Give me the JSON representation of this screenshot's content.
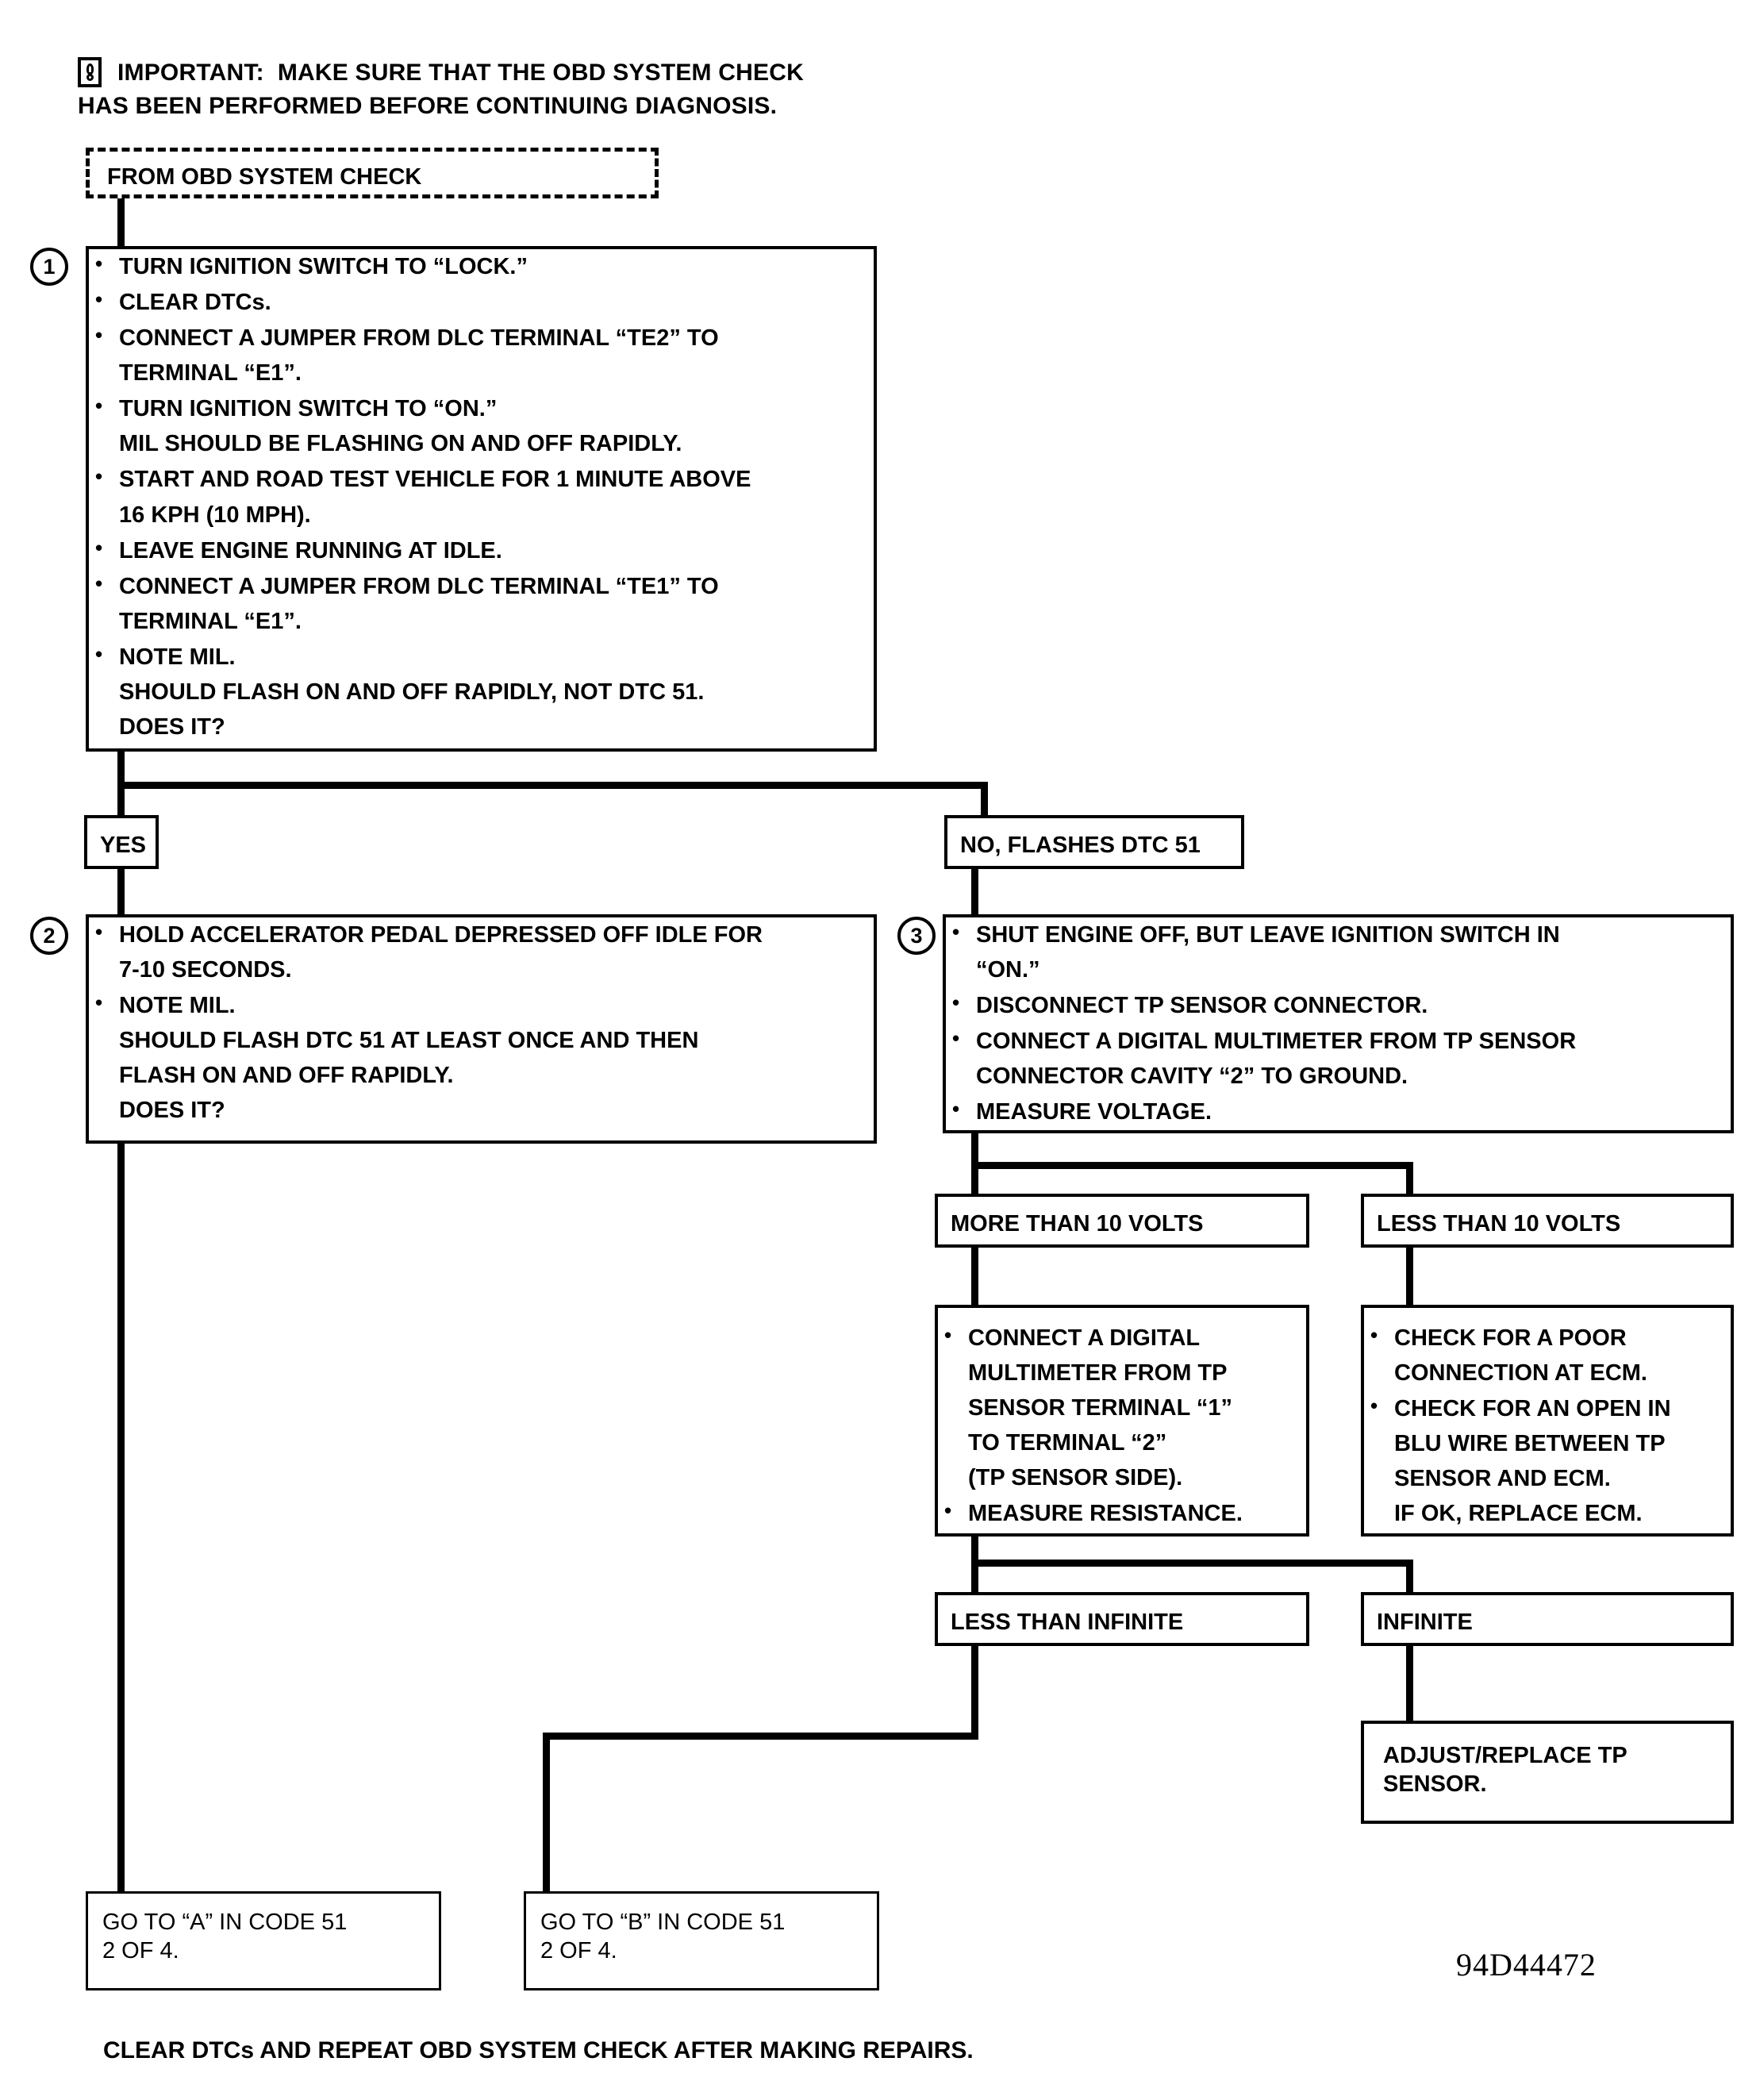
{
  "header": {
    "icon": "important-exclamation-icon",
    "line1": "IMPORTANT:  MAKE SURE THAT THE OBD SYSTEM CHECK",
    "line2": "HAS BEEN PERFORMED BEFORE CONTINUING DIAGNOSIS."
  },
  "entry": {
    "label": "FROM OBD SYSTEM CHECK"
  },
  "steps": {
    "one": {
      "number": "1",
      "items": [
        "TURN IGNITION SWITCH TO “LOCK.”",
        "CLEAR DTCs.",
        "CONNECT A JUMPER FROM DLC TERMINAL “TE2” TO\nTERMINAL “E1”.",
        "TURN IGNITION SWITCH TO “ON.”\nMIL SHOULD BE FLASHING ON AND OFF RAPIDLY.",
        "START AND ROAD TEST VEHICLE FOR 1 MINUTE ABOVE\n16 KPH (10 MPH).",
        "LEAVE ENGINE RUNNING AT IDLE.",
        "CONNECT A JUMPER FROM DLC TERMINAL “TE1” TO\nTERMINAL “E1”.",
        "NOTE MIL.\nSHOULD FLASH ON AND OFF RAPIDLY, NOT DTC 51.\nDOES IT?"
      ]
    },
    "two": {
      "number": "2",
      "items": [
        "HOLD ACCELERATOR PEDAL DEPRESSED OFF IDLE FOR\n7-10 SECONDS.",
        "NOTE MIL.\nSHOULD FLASH DTC 51 AT LEAST ONCE AND THEN\nFLASH ON AND OFF RAPIDLY.\nDOES IT?"
      ]
    },
    "three": {
      "number": "3",
      "items": [
        "SHUT ENGINE OFF, BUT LEAVE IGNITION SWITCH IN\n“ON.”",
        "DISCONNECT TP SENSOR CONNECTOR.",
        "CONNECT A DIGITAL MULTIMETER FROM TP SENSOR\nCONNECTOR CAVITY “2” TO GROUND.",
        "MEASURE VOLTAGE."
      ]
    }
  },
  "branches": {
    "yes": "YES",
    "no": "NO, FLASHES DTC 51",
    "more_than_10_volts": "MORE THAN 10 VOLTS",
    "less_than_10_volts": "LESS THAN 10 VOLTS",
    "less_than_infinite": "LESS THAN INFINITE",
    "infinite": "INFINITE"
  },
  "actions": {
    "resistance_check": {
      "items": [
        "CONNECT A DIGITAL\nMULTIMETER FROM TP\nSENSOR TERMINAL “1”\nTO TERMINAL “2”\n(TP SENSOR SIDE).",
        "MEASURE RESISTANCE."
      ]
    },
    "ecm_check": {
      "items": [
        "CHECK FOR A POOR\nCONNECTION AT ECM.",
        "CHECK FOR AN OPEN IN\nBLU WIRE BETWEEN TP\nSENSOR AND ECM.\nIF OK, REPLACE ECM."
      ]
    },
    "adjust_replace": "ADJUST/REPLACE TP\nSENSOR."
  },
  "exits": {
    "go_to_a": "GO TO “A” IN CODE 51\n2 OF 4.",
    "go_to_b": "GO TO “B” IN CODE 51\n2 OF 4."
  },
  "footer": {
    "part_number": "94D44472",
    "note": "CLEAR DTCs AND REPEAT OBD SYSTEM CHECK AFTER MAKING REPAIRS."
  }
}
